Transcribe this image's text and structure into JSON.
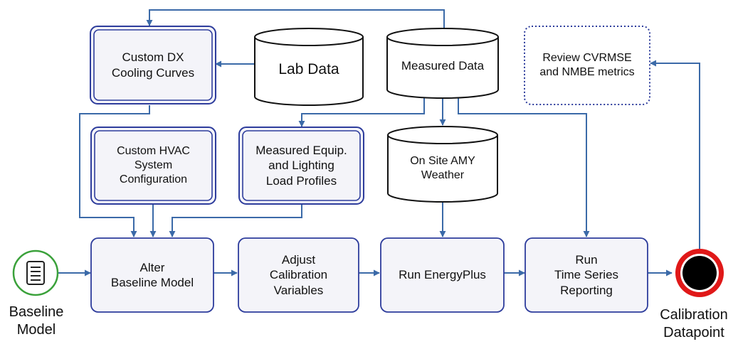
{
  "nodes": {
    "custom_dx": "Custom DX\nCooling Curves",
    "lab_data": "Lab Data",
    "measured_data": "Measured Data",
    "review_metrics": "Review CVRMSE\nand NMBE metrics",
    "custom_hvac": "Custom HVAC\nSystem\nConfiguration",
    "measured_equip": "Measured Equip.\nand Lighting\nLoad Profiles",
    "on_site_amy": "On Site AMY\nWeather",
    "alter_baseline": "Alter\nBaseline Model",
    "adjust_calibration": "Adjust\nCalibration\nVariables",
    "run_energyplus": "Run EnergyPlus",
    "run_time_series": "Run\nTime Series\nReporting",
    "baseline_model": "Baseline\nModel",
    "calibration_datapoint": "Calibration\nDatapoint"
  },
  "icons": {
    "start_event": "document-list-icon",
    "end_event": "end-event-icon"
  },
  "colors": {
    "arrow": "#3b6aa8",
    "box_border": "#2d3c9c",
    "box_fill": "#f4f4f9",
    "dotted_border": "#2d3c9c",
    "start_ring": "#3aa13a",
    "end_ring": "#e01818"
  }
}
